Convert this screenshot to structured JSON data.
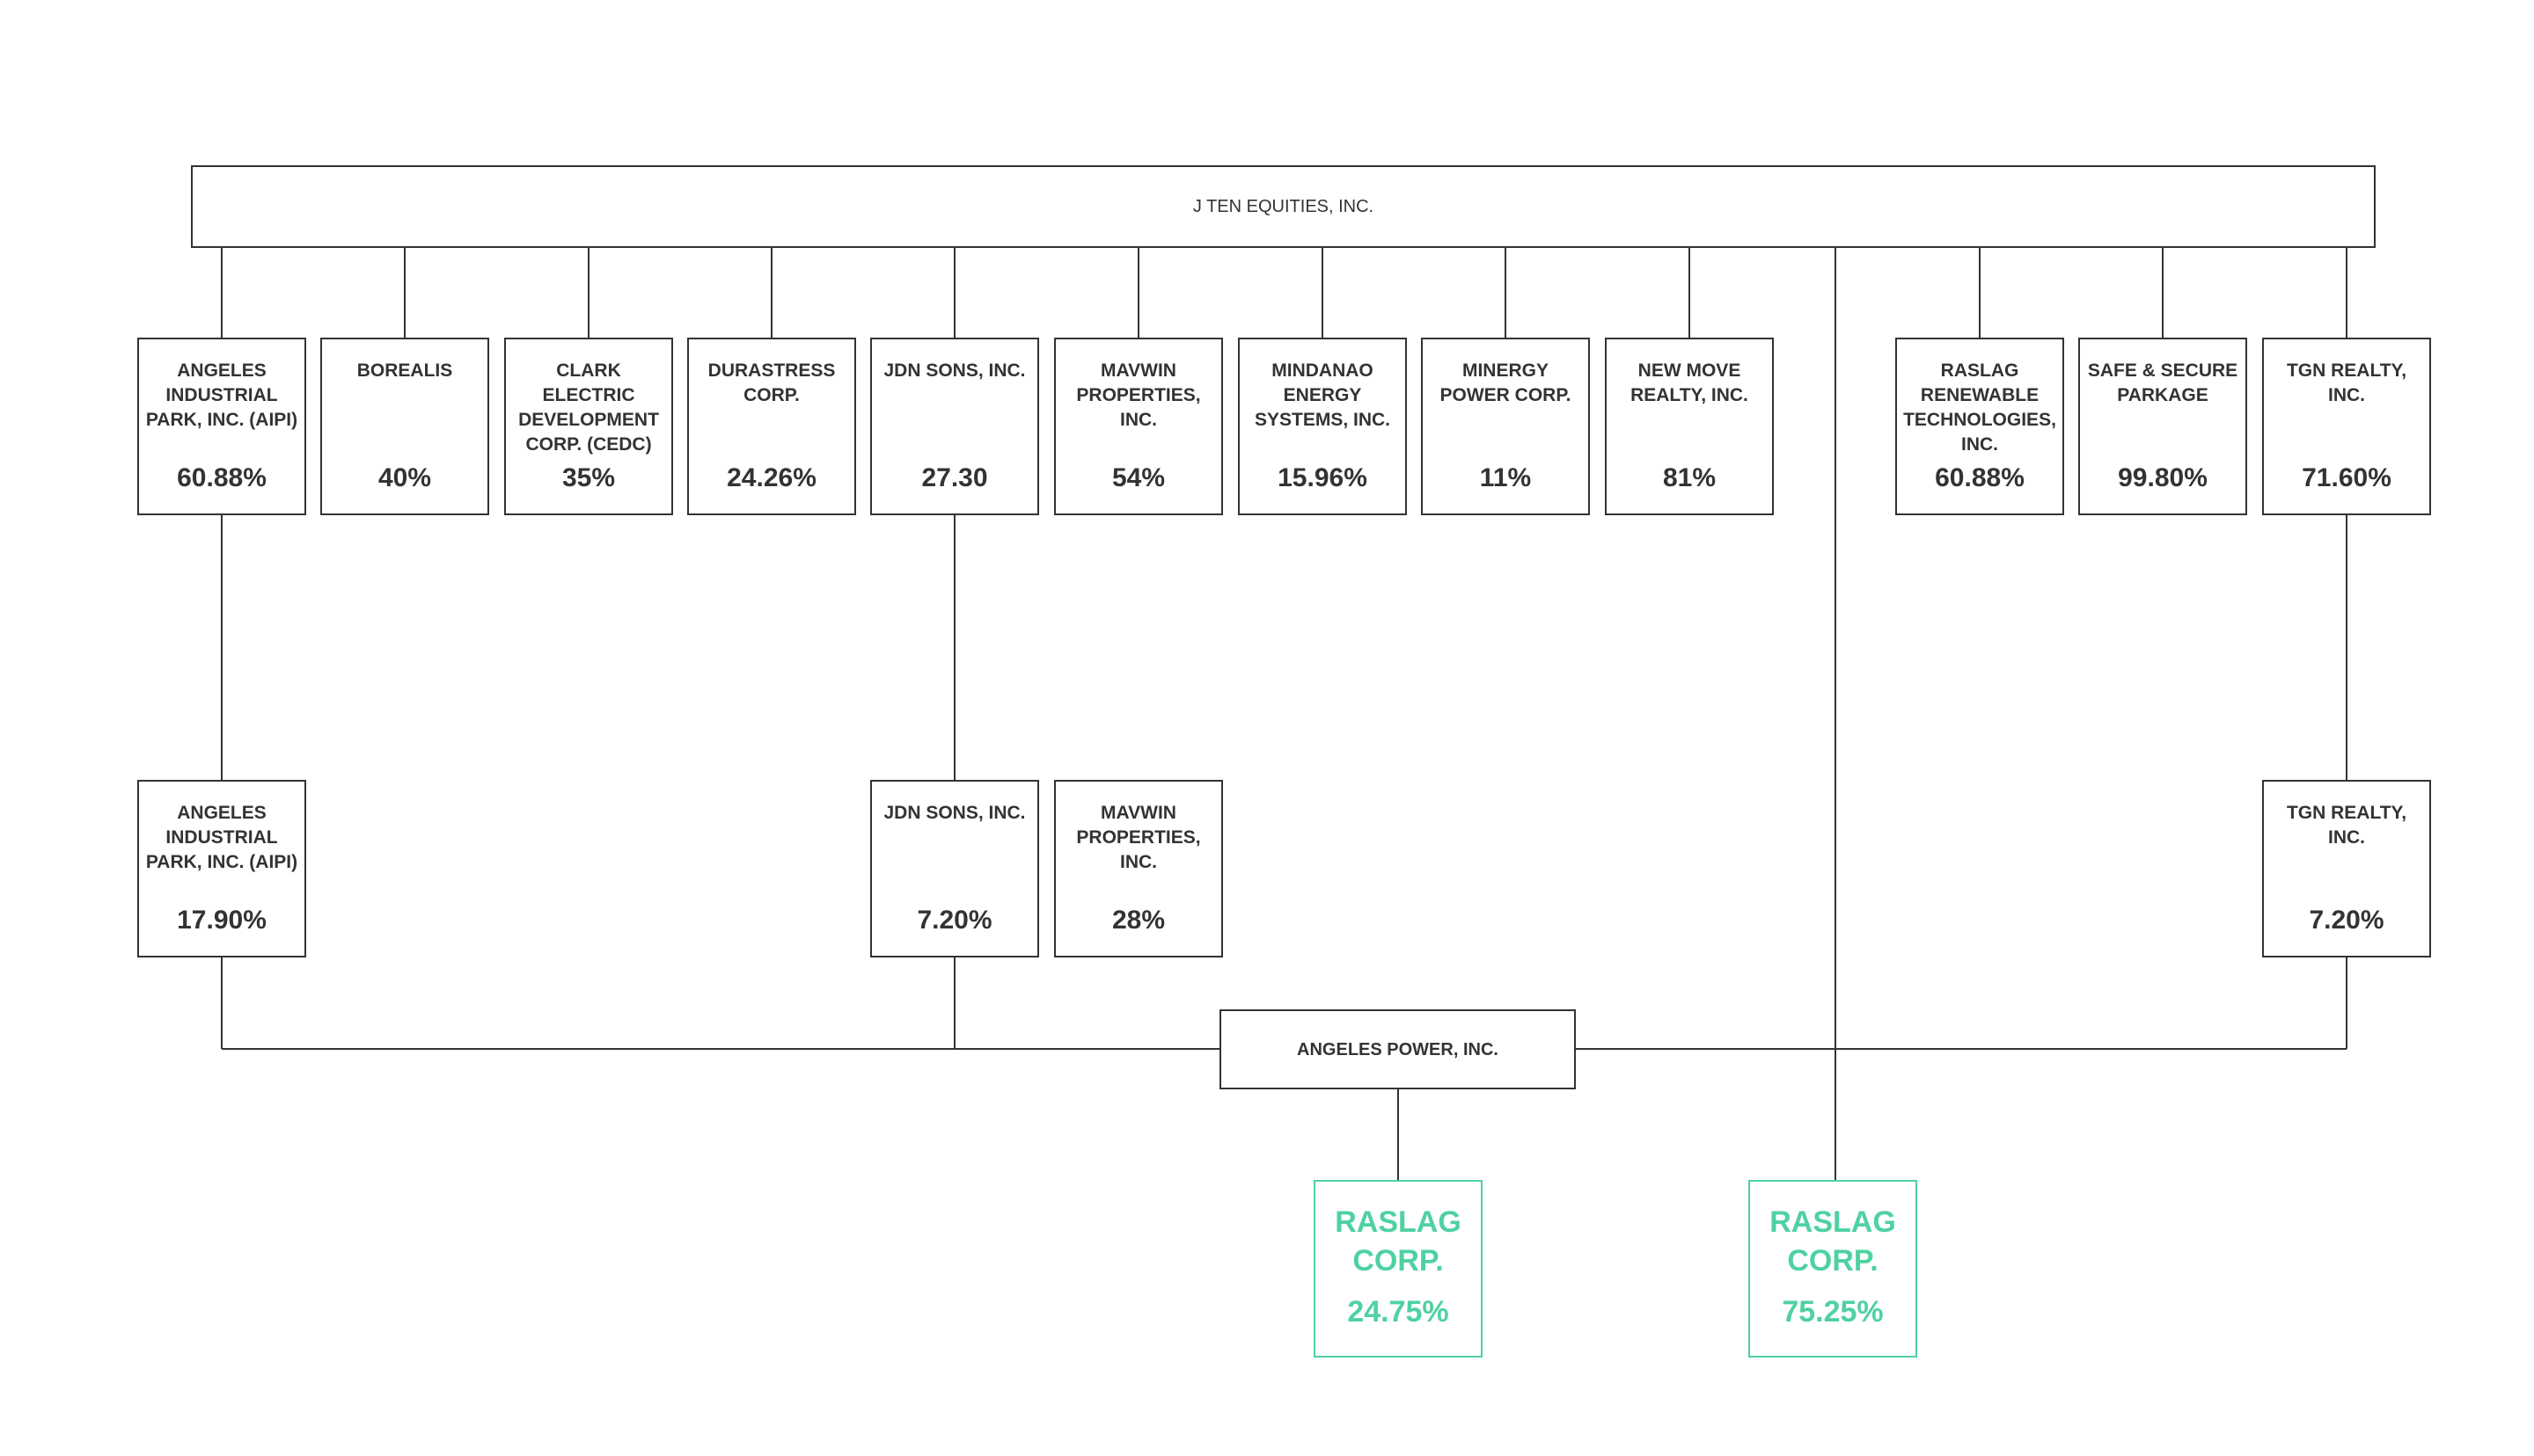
{
  "root": {
    "name": "J TEN EQUITIES, INC."
  },
  "tier1": [
    {
      "name": "ANGELES INDUSTRIAL PARK, INC. (AIPI)",
      "pct": "60.88%"
    },
    {
      "name": "BOREALIS",
      "pct": "40%"
    },
    {
      "name": "CLARK ELECTRIC DEVELOPMENT CORP. (CEDC)",
      "pct": "35%"
    },
    {
      "name": "DURASTRESS CORP.",
      "pct": "24.26%"
    },
    {
      "name": "JDN SONS, INC.",
      "pct": "27.30"
    },
    {
      "name": "MAVWIN PROPERTIES, INC.",
      "pct": "54%"
    },
    {
      "name": "MINDANAO ENERGY SYSTEMS, INC.",
      "pct": "15.96%"
    },
    {
      "name": "MINERGY POWER CORP.",
      "pct": "11%"
    },
    {
      "name": "NEW MOVE REALTY, INC.",
      "pct": "81%"
    },
    {
      "name": "RASLAG RENEWABLE TECHNOLOGIES, INC.",
      "pct": "60.88%"
    },
    {
      "name": "SAFE & SECURE PARKAGE",
      "pct": "99.80%"
    },
    {
      "name": "TGN REALTY, INC.",
      "pct": "71.60%"
    }
  ],
  "tier2": [
    {
      "name": "ANGELES INDUSTRIAL PARK, INC. (AIPI)",
      "pct": "17.90%"
    },
    {
      "name": "JDN SONS, INC.",
      "pct": "7.20%"
    },
    {
      "name": "MAVWIN PROPERTIES, INC.",
      "pct": "28%"
    },
    {
      "name": "TGN REALTY, INC.",
      "pct": "7.20%"
    }
  ],
  "power": {
    "name": "ANGELES POWER, INC."
  },
  "raslag": [
    {
      "name": "RASLAG CORP.",
      "pct": "24.75%"
    },
    {
      "name": "RASLAG CORP.",
      "pct": "75.25%"
    }
  ],
  "colors": {
    "line": "#333333",
    "accent": "#4fd1a1"
  }
}
